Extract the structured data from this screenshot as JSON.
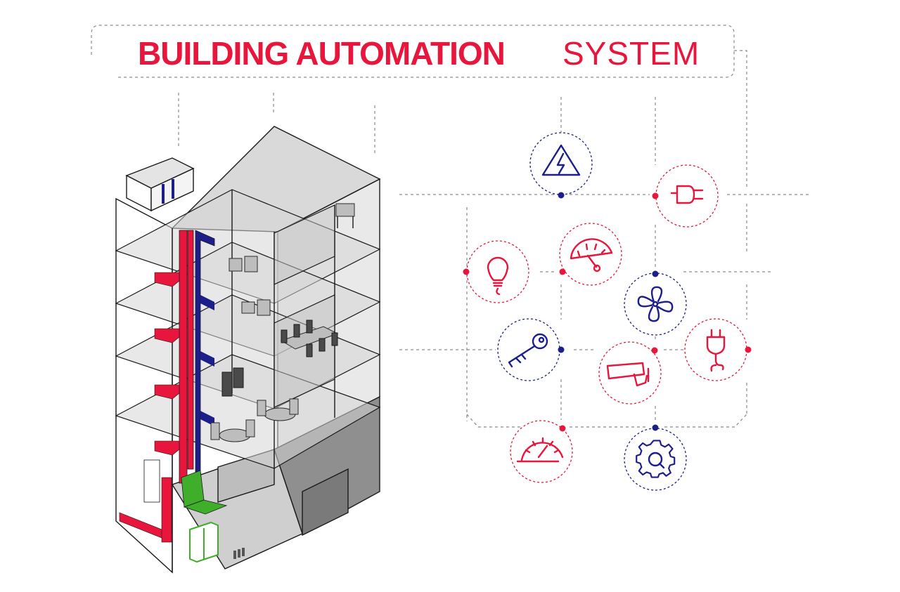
{
  "title": {
    "bold": "BUILDING AUTOMATION",
    "light": "SYSTEM"
  },
  "colors": {
    "accent_red": "#e8163c",
    "accent_blue": "#1c1f8a",
    "accent_green": "#3fae2a",
    "line_gray": "#8a8a8a"
  },
  "icons": [
    {
      "name": "high-voltage-icon",
      "color": "blue"
    },
    {
      "name": "power-plug-icon",
      "color": "red"
    },
    {
      "name": "light-bulb-icon",
      "color": "red"
    },
    {
      "name": "gauge-meter-icon",
      "color": "red"
    },
    {
      "name": "ventilation-fan-icon",
      "color": "blue"
    },
    {
      "name": "access-key-icon",
      "color": "blue"
    },
    {
      "name": "security-camera-icon",
      "color": "red"
    },
    {
      "name": "eco-plug-icon",
      "color": "red"
    },
    {
      "name": "speedometer-icon",
      "color": "red"
    },
    {
      "name": "settings-gear-icon",
      "color": "blue"
    }
  ]
}
